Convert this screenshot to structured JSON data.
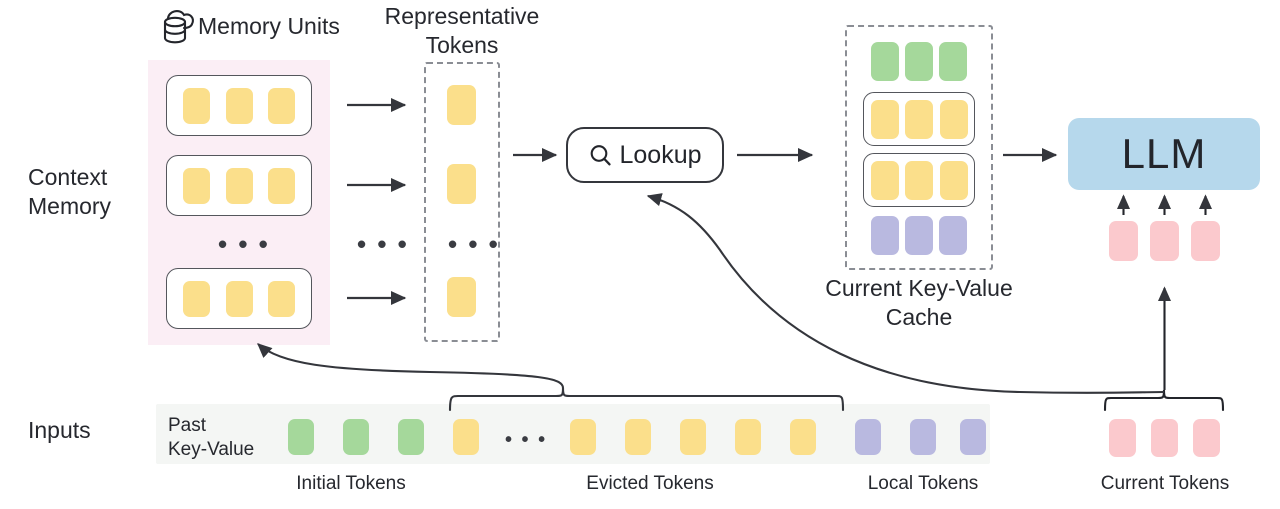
{
  "diagram": {
    "title_row": {
      "memory_units_label": "Memory Units",
      "representative_tokens_label": "Representative\nTokens"
    },
    "row_labels": {
      "context_memory": "Context\nMemory",
      "inputs": "Inputs"
    },
    "context_memory": {
      "panel_color": "#fbeef5",
      "units": [
        {
          "name": "memory-unit-1",
          "tokens": [
            "yellow",
            "yellow",
            "yellow"
          ]
        },
        {
          "name": "memory-unit-2",
          "tokens": [
            "yellow",
            "yellow",
            "yellow"
          ]
        },
        {
          "name": "memory-unit-n",
          "tokens": [
            "yellow",
            "yellow",
            "yellow"
          ]
        }
      ],
      "ellipsis": "• • •"
    },
    "representative_tokens": {
      "tokens": [
        "yellow",
        "yellow",
        "yellow"
      ],
      "ellipsis": "• • •"
    },
    "arrow_column_ellipsis": "• • •",
    "lookup": {
      "label": "Lookup",
      "icon": "search-icon"
    },
    "kv_cache": {
      "caption": "Current Key-Value\nCache",
      "rows": [
        {
          "name": "initial-tokens-row",
          "color": "green",
          "boxed": false,
          "count": 3
        },
        {
          "name": "retrieved-tokens-row-1",
          "color": "yellow",
          "boxed": true,
          "count": 3
        },
        {
          "name": "retrieved-tokens-row-2",
          "color": "yellow",
          "boxed": true,
          "count": 3
        },
        {
          "name": "local-tokens-row",
          "color": "purple",
          "boxed": false,
          "count": 3
        }
      ]
    },
    "llm": {
      "label": "LLM",
      "color": "#b6d8ec",
      "input_tokens": [
        "pink",
        "pink",
        "pink"
      ]
    },
    "inputs": {
      "past_key_value_label": "Past\nKey-Value",
      "strip_color": "#f4f6f4",
      "ellipsis": "• • •",
      "tokens": [
        "green",
        "green",
        "green",
        "yellow",
        "ellipsis",
        "yellow",
        "yellow",
        "yellow",
        "yellow",
        "yellow",
        "purple",
        "purple",
        "purple"
      ],
      "current_tokens": [
        "pink",
        "pink",
        "pink"
      ],
      "captions": {
        "initial": "Initial Tokens",
        "evicted": "Evicted Tokens",
        "local": "Local Tokens",
        "current": "Current Tokens"
      }
    },
    "colors": {
      "yellow": "#fbdf8b",
      "green": "#a5d89b",
      "purple": "#b9b9e0",
      "pink_token": "#fbc9cd",
      "llm_blue": "#b6d8ec",
      "pink_panel": "#fbeef5",
      "input_strip": "#f4f6f4",
      "stroke": "#34363c",
      "dashed": "#8a8d94"
    }
  }
}
